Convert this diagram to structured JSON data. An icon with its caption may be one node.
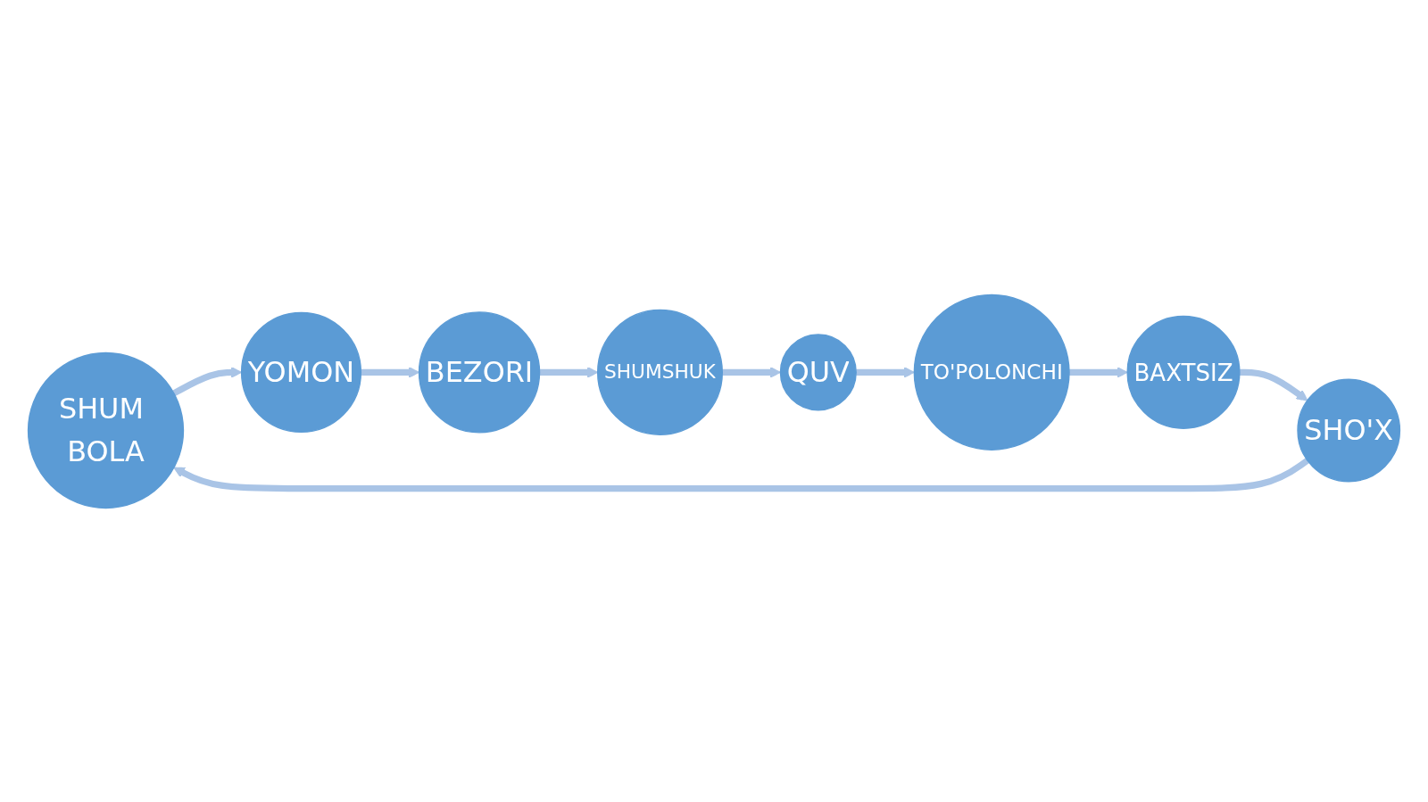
{
  "diagram": {
    "nodes": [
      {
        "text": [
          "SHUM BOLA"
        ]
      },
      {
        "text": [
          "YOMON"
        ]
      },
      {
        "text": [
          "BEZORI"
        ]
      },
      {
        "text": [
          "SHUMSHUK"
        ]
      },
      {
        "text": [
          "QUV"
        ]
      },
      {
        "text": [
          "TO'POLONCHI"
        ]
      },
      {
        "text": [
          "BAXTSIZ"
        ]
      },
      {
        "text": [
          "SHO'X"
        ]
      }
    ],
    "edges": [
      {
        "from": 0,
        "to": 1,
        "arrow": "to"
      },
      {
        "from": 1,
        "to": 2,
        "arrow": "to"
      },
      {
        "from": 2,
        "to": 3,
        "arrow": "to"
      },
      {
        "from": 3,
        "to": 4,
        "arrow": "to"
      },
      {
        "from": 4,
        "to": 5,
        "arrow": "to"
      },
      {
        "from": 5,
        "to": 6,
        "arrow": "to"
      },
      {
        "from": 6,
        "to": 7,
        "arrow": "to"
      },
      {
        "from": 7,
        "to": 0,
        "arrow": "to"
      }
    ]
  }
}
